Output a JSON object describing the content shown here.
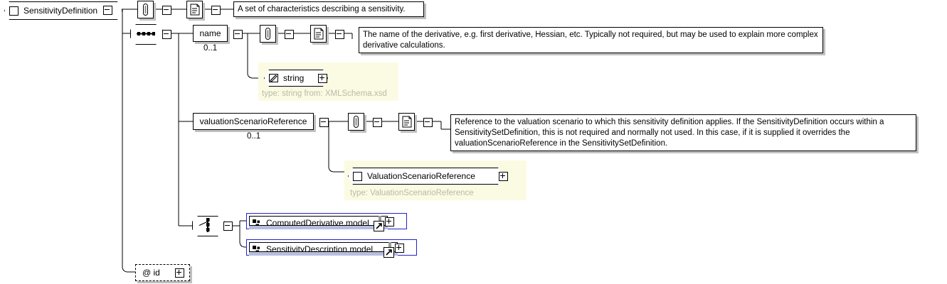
{
  "diagram": {
    "kind": "xml-schema-diagram",
    "root": {
      "name": "SensitivityDefinition",
      "icon": "element-icon",
      "expander": "minus",
      "documentation": "A set of characteristics describing a sensitivity.",
      "annotation_icon": "paperclip-icon",
      "documentation_icon": "scroll-icon"
    },
    "sequence": {
      "icon": "sequence-compositor-icon",
      "expander": "minus"
    },
    "elements": [
      {
        "label": "name",
        "cardinality": "0..1",
        "expander": "minus",
        "annotation_icon": "paperclip-icon",
        "documentation_icon": "scroll-icon",
        "documentation": "The name of the derivative, e.g. first derivative, Hessian, etc. Typically not required, but may be used to explain more complex derivative calculations.",
        "type_box": {
          "label": "string",
          "icon": "simple-type-icon",
          "expander": "plus",
          "type_note": "type: string from: XMLSchema.xsd"
        }
      },
      {
        "label": "valuationScenarioReference",
        "cardinality": "0..1",
        "expander": "minus",
        "annotation_icon": "paperclip-icon",
        "documentation_icon": "scroll-icon",
        "documentation": "Reference to the valuation scenario to which this sensitivity definition applies. If the SensitivityDefinition occurs within a SensitivitySetDefinition, this is not required and normally not used. In this case, if it is supplied it overrides the valuationScenarioReference in the SensitivitySetDefinition.",
        "type_box": {
          "label": "ValuationScenarioReference",
          "icon": "element-icon",
          "expander": "plus",
          "type_note": "type: ValuationScenarioReference"
        }
      }
    ],
    "choice": {
      "icon": "choice-compositor-icon",
      "expander": "minus",
      "model_groups": [
        {
          "label": "ComputedDerivative.model",
          "icon": "model-group-icon",
          "expander": "plus",
          "link_icon": "jump-arrow-icon"
        },
        {
          "label": "SensitivityDescription.model",
          "icon": "model-group-icon",
          "expander": "plus",
          "link_icon": "jump-arrow-icon"
        }
      ]
    },
    "attribute": {
      "label": "@ id",
      "expander": "plus"
    },
    "colors": {
      "type_panel_background": "#fbfbe3",
      "type_note_text": "#b9b9a8",
      "model_group_border": "#2222cc",
      "model_group_bar": "#b8bede",
      "shadow": "#c0c0c0",
      "line": "#000000"
    }
  }
}
